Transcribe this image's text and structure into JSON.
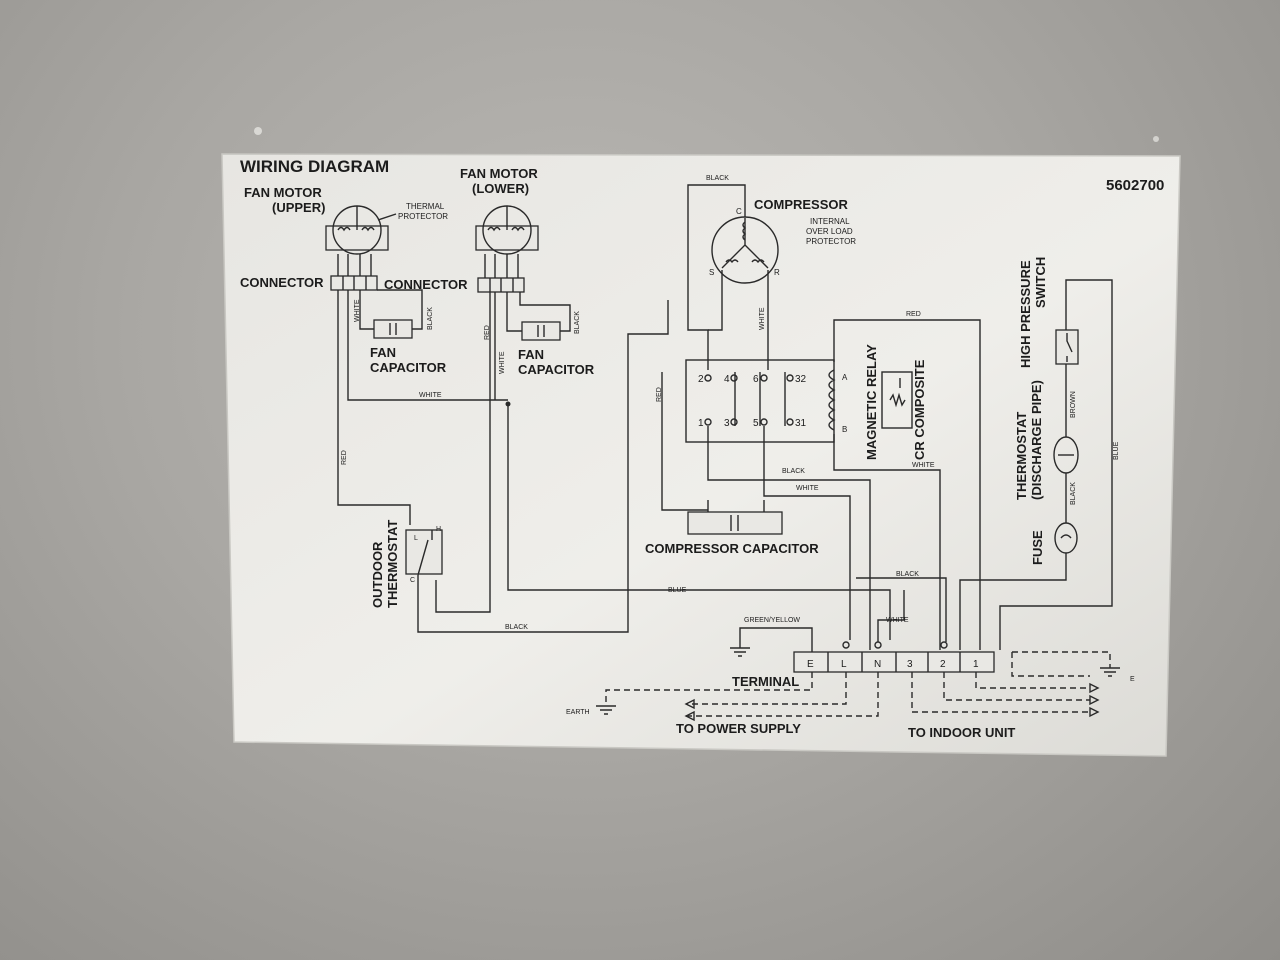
{
  "diagram": {
    "title": "WIRING DIAGRAM",
    "part_number": "5602700",
    "components": {
      "fan_motor_upper": "FAN MOTOR",
      "fan_motor_upper_sub": "(UPPER)",
      "fan_motor_lower": "FAN MOTOR",
      "fan_motor_lower_sub": "(LOWER)",
      "thermal_protector_1": "THERMAL",
      "thermal_protector_2": "PROTECTOR",
      "connector_left": "CONNECTOR",
      "connector_right": "CONNECTOR",
      "fan_capacitor_left_1": "FAN",
      "fan_capacitor_left_2": "CAPACITOR",
      "fan_capacitor_right_1": "FAN",
      "fan_capacitor_right_2": "CAPACITOR",
      "compressor": "COMPRESSOR",
      "internal_overload_1": "INTERNAL",
      "internal_overload_2": "OVER LOAD",
      "internal_overload_3": "PROTECTOR",
      "magnetic_relay": "MAGNETIC RELAY",
      "cr_composite": "CR COMPOSITE",
      "compressor_capacitor": "COMPRESSOR CAPACITOR",
      "outdoor_thermostat_1": "OUTDOOR",
      "outdoor_thermostat_2": "THERMOSTAT",
      "high_pressure_switch_1": "HIGH PRESSURE",
      "high_pressure_switch_2": "SWITCH",
      "thermostat_discharge_1": "THERMOSTAT",
      "thermostat_discharge_2": "(DISCHARGE PIPE)",
      "fuse": "FUSE",
      "terminal": "TERMINAL",
      "earth": "EARTH",
      "to_power_supply": "TO POWER SUPPLY",
      "to_indoor_unit": "TO INDOOR UNIT"
    },
    "compressor_pins": {
      "c": "C",
      "s": "S",
      "r": "R"
    },
    "thermostat_pins": {
      "l": "L",
      "h": "H",
      "c": "C"
    },
    "relay_pins": {
      "a": "A",
      "b": "B"
    },
    "relay_contacts": {
      "top": [
        "2",
        "4",
        "6",
        "32"
      ],
      "bottom": [
        "1",
        "3",
        "5",
        "31"
      ]
    },
    "terminal_block": [
      "E",
      "L",
      "N",
      "3",
      "2",
      "1"
    ],
    "external_earth": "E",
    "wire_labels": {
      "white_upper_connector": "WHITE",
      "black_upper_capacitor": "BLACK",
      "red_lower_connector": "RED",
      "white_lower_connector": "WHITE",
      "black_lower_capacitor": "BLACK",
      "white_fan_bus": "WHITE",
      "red_left": "RED",
      "black_compressor_top": "BLACK",
      "white_compressor_r": "WHITE",
      "red_relay_left": "RED",
      "red_relay_top": "RED",
      "white_relay_b": "WHITE",
      "black_cap_1": "BLACK",
      "white_cap_2": "WHITE",
      "black_to_l": "BLACK",
      "blue_bus": "BLUE",
      "black_bottom": "BLACK",
      "green_yellow": "GREEN/YELLOW",
      "white_to_n": "WHITE",
      "brown_thermostat": "BROWN",
      "black_fuse": "BLACK",
      "blue_right": "BLUE"
    }
  }
}
